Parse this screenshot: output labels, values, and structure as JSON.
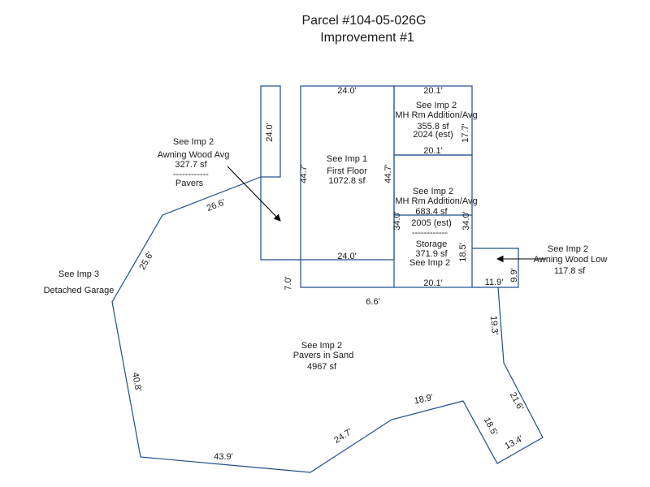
{
  "title": {
    "line1": "Parcel #104-05-026G",
    "line2": "Improvement #1"
  },
  "colors": {
    "outline": "#1f4e8c",
    "text": "#1a1a1a",
    "arrow": "#000000"
  },
  "areas": {
    "imp1": {
      "ref": "See Imp 1",
      "name": "First Floor",
      "area": "1072.8 sf"
    },
    "rm_add_top": {
      "ref": "See Imp 2",
      "name": "MH Rm Addition/Avg",
      "area": "355.8 sf",
      "year": "2024 (est)"
    },
    "rm_add_mid": {
      "ref": "See Imp 2",
      "name": "MH Rm Addition/Avg",
      "area": "683.4 sf",
      "year": "2005 (est)"
    },
    "storage": {
      "name": "Storage",
      "area": "371.9 sf",
      "ref": "See Imp 2"
    },
    "awning_avg": {
      "ref": "See Imp 2",
      "name": "Awning Wood Avg",
      "area": "327.7 sf",
      "divider": "------------",
      "sub": "Pavers"
    },
    "awning_low": {
      "ref": "See Imp 2",
      "name": "Awning Wood Low",
      "area": "117.8 sf"
    },
    "garage": {
      "ref": "See Imp 3",
      "name": "Detached Garage"
    },
    "pavers_sand": {
      "ref": "See Imp 2",
      "name": "Pavers in Sand",
      "area": "4967 sf"
    }
  },
  "dimensions": {
    "top_24": "24.0'",
    "top_201": "20.1'",
    "side_24": "24.0'",
    "left_447": "44.7'",
    "mid_447": "44.7'",
    "right_177": "17.7'",
    "mid_201": "20.1'",
    "left_340": "34.0'",
    "right_340": "34.0'",
    "divider_line": "------------",
    "right_185": "18.5'",
    "bottom_240": "24.0'",
    "bottom_201": "20.1'",
    "awn_99": "9.9'",
    "awn_119": "11.9'",
    "left_70": "7.0'",
    "gap_66": "6.6'",
    "pav_266": "26.6'",
    "pav_256": "25.6'",
    "pav_408": "40.8'",
    "pav_439": "43.9'",
    "pav_247": "24.7'",
    "pav_189": "18.9'",
    "pav_185": "18.5'",
    "pav_134": "13.4'",
    "pav_216": "21.6'",
    "pav_193": "19.3'"
  }
}
